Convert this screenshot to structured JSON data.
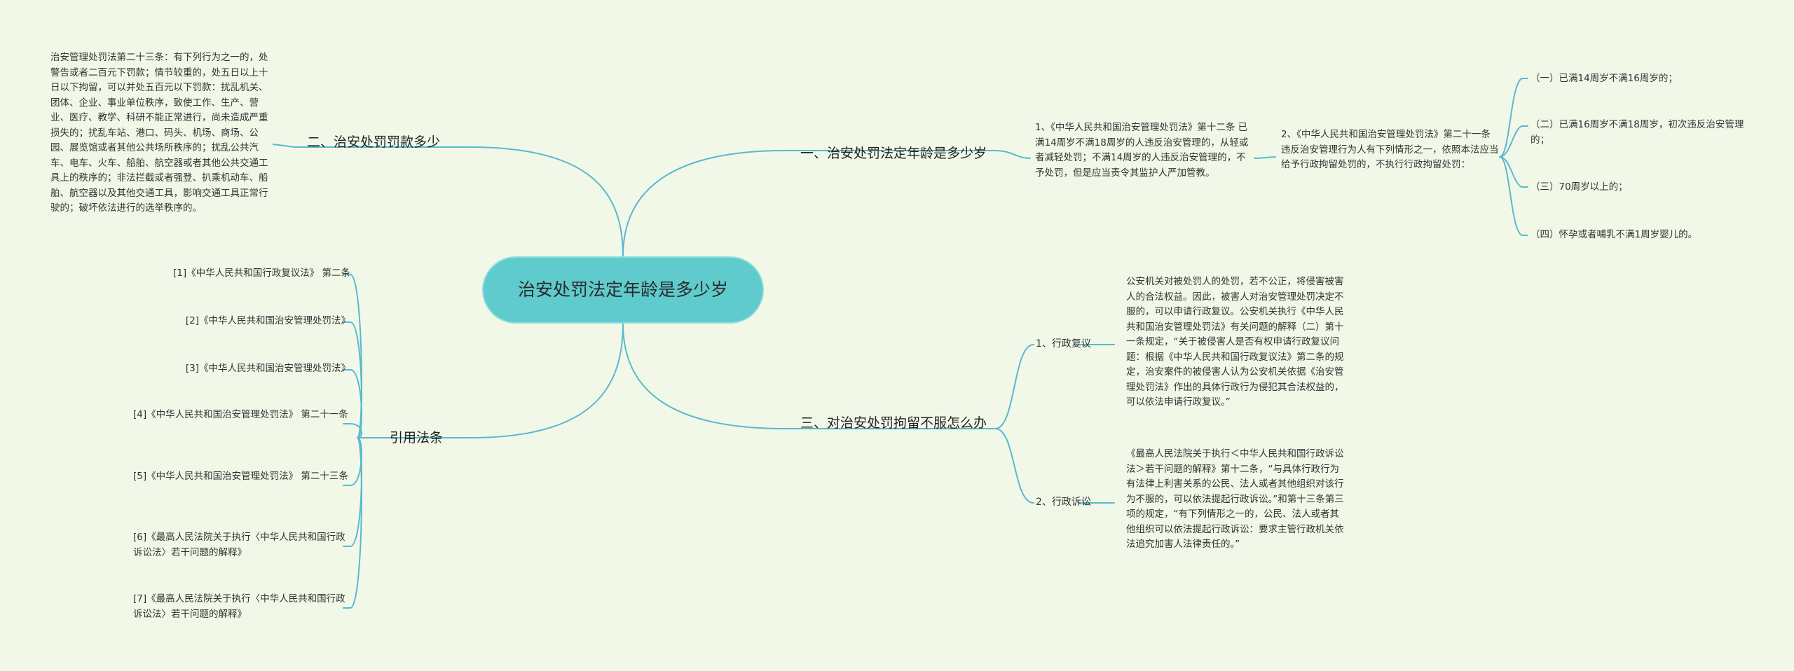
{
  "center": {
    "title": "治安处罚法定年龄是多少岁"
  },
  "branches": {
    "age": {
      "label": "一、治安处罚法定年龄是多少岁",
      "law1": "1、《中华人民共和国治安管理处罚法》第十二条 已满14周岁不满18周岁的人违反治安管理的，从轻或者减轻处罚；不满14周岁的人违反治安管理的，不予处罚，但是应当责令其监护人严加管教。",
      "law2": "2、《中华人民共和国治安管理处罚法》第二十一条 违反治安管理行为人有下列情形之一，依照本法应当给予行政拘留处罚的，不执行行政拘留处罚：",
      "items": [
        "（一）已满14周岁不满16周岁的；",
        "（二）已满16周岁不满18周岁，初次违反治安管理的；",
        "（三）70周岁以上的；",
        "（四）怀孕或者哺乳不满1周岁婴儿的。"
      ]
    },
    "fine": {
      "label": "二、治安处罚罚款多少",
      "text": "治安管理处罚法第二十三条：有下列行为之一的，处警告或者二百元下罚款；情节较重的，处五日以上十日以下拘留，可以并处五百元以下罚款：扰乱机关、团体、企业、事业单位秩序，致使工作、生产、营业、医疗、教学、科研不能正常进行，尚未造成严重损失的；扰乱车站、港口、码头、机场、商场、公园、展览馆或者其他公共场所秩序的；扰乱公共汽车、电车、火车、船舶、航空器或者其他公共交通工具上的秩序的；非法拦截或者强登、扒乘机动车、船舶、航空器以及其他交通工具，影响交通工具正常行驶的；破坏依法进行的选举秩序的。"
    },
    "appeal": {
      "label": "三、对治安处罚拘留不服怎么办",
      "review_label": "1、行政复议",
      "review_text": "公安机关对被处罚人的处罚，若不公正，将侵害被害人的合法权益。因此，被害人对治安管理处罚决定不服的，可以申请行政复议。公安机关执行《中华人民共和国治安管理处罚法》有关问题的解释（二）第十一条规定，“关于被侵害人是否有权申请行政复议问题：根据《中华人民共和国行政复议法》第二条的规定，治安案件的被侵害人认为公安机关依据《治安管理处罚法》作出的具体行政行为侵犯其合法权益的，可以依法申请行政复议。”",
      "lawsuit_label": "2、行政诉讼",
      "lawsuit_text": "《最高人民法院关于执行＜中华人民共和国行政诉讼法＞若干问题的解释》第十二条，“与具体行政行为有法律上利害关系的公民、法人或者其他组织对该行为不服的，可以依法提起行政诉讼。”和第十三条第三项的规定，“有下列情形之一的，公民、法人或者其他组织可以依法提起行政诉讼：要求主管行政机关依法追究加害人法律责任的。”"
    },
    "refs": {
      "label": "引用法条",
      "items": [
        "[1]《中华人民共和国行政复议法》 第二条",
        "[2]《中华人民共和国治安管理处罚法》",
        "[3]《中华人民共和国治安管理处罚法》",
        "[4]《中华人民共和国治安管理处罚法》 第二十一条",
        "[5]《中华人民共和国治安管理处罚法》 第二十三条",
        "[6]《最高人民法院关于执行〈中华人民共和国行政诉讼法〉若干问题的解释》",
        "[7]《最高人民法院关于执行〈中华人民共和国行政诉讼法〉若干问题的解释》"
      ]
    }
  },
  "colors": {
    "background": "#f1f8e8",
    "center": "#5fcbcc",
    "link": "#5bb8cf"
  }
}
